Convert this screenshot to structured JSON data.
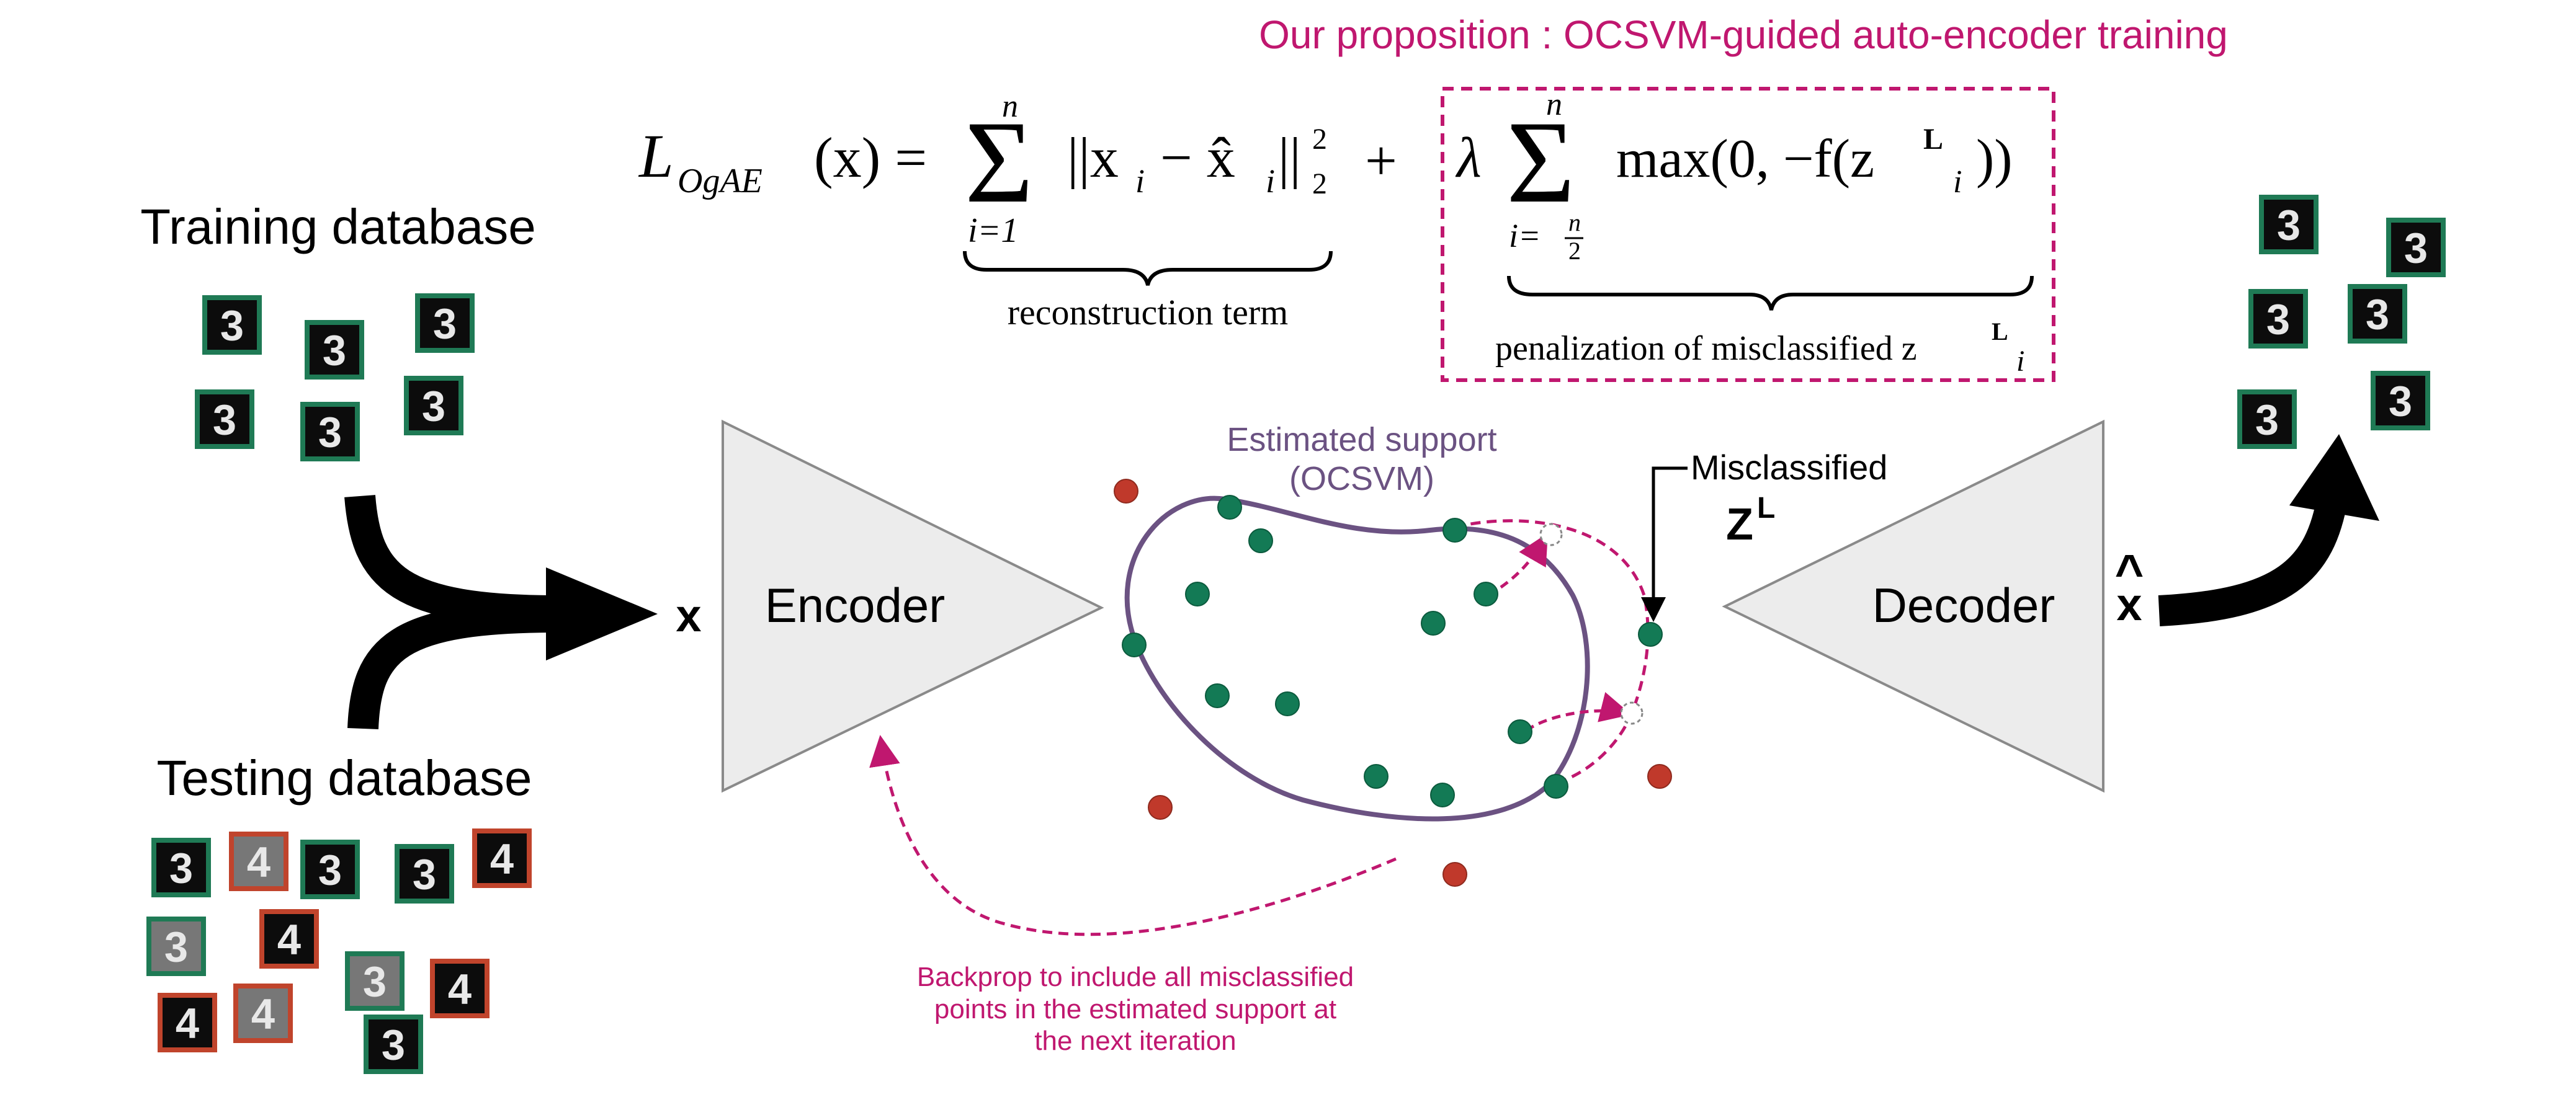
{
  "title": "Our proposition : OCSVM-guided auto-encoder training",
  "formula": {
    "loss_name": "L",
    "loss_subscript": "OgAE",
    "loss_arg": "(x) =",
    "sum1_upper": "n",
    "sum1_lower": "i=1",
    "sum1_body": "||x",
    "sum1_body_sub": "i",
    "sum1_minus": "− x̂",
    "sum1_minus_sub": "i",
    "sum1_norm": "||",
    "sum1_norm_sup": "2",
    "sum1_norm_sub": "2",
    "plus": "+",
    "lambda": "λ",
    "sum2_upper": "n",
    "sum2_lower_prefix": "i=",
    "sum2_lower_num": "n",
    "sum2_lower_den": "2",
    "sum2_body": "max(0, −f(z",
    "sum2_body_sup": "L",
    "sum2_body_sub": "i",
    "sum2_close": "))",
    "reconstruction_label": "reconstruction term",
    "penalization_label": "penalization of misclassified z",
    "penalization_sup": "L",
    "penalization_sub": "i"
  },
  "training_label": "Training database",
  "testing_label": "Testing database",
  "input_symbol": "x",
  "encoder_label": "Encoder",
  "decoder_label": "Decoder",
  "output_symbol": "x",
  "output_hat": "^",
  "support_label_line1": "Estimated support",
  "support_label_line2": "(OCSVM)",
  "misclassified_label": "Misclassified",
  "zl_label": "Z",
  "zl_sup": "L",
  "backprop_line1": "Backprop to include all misclassified",
  "backprop_line2": "points in the estimated support at",
  "backprop_line3": "the next iteration",
  "digits": {
    "three": "3",
    "four": "4"
  },
  "colors": {
    "accent": "#c0176f",
    "support_curve": "#6b5282",
    "inlier": "#137a55",
    "outlier": "#c0392b",
    "digit_frame_normal": "#1f7a55",
    "digit_frame_anomaly": "#c0442c",
    "block_fill": "#ececec",
    "block_stroke": "#8a8a8a"
  }
}
